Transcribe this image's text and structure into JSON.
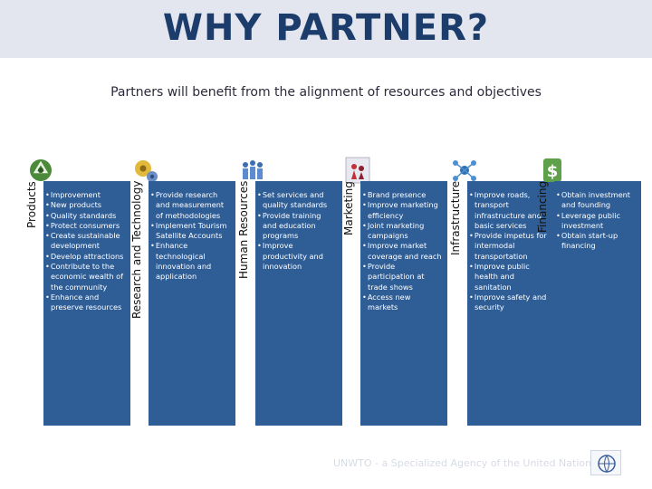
{
  "title": "WHY PARTNER?",
  "subtitle": "Partners will benefit from the alignment of resources and objectives",
  "footer": "UNWTO - a Specialized Agency of the United Nations",
  "colors": {
    "header_band": "#e3e6ee",
    "title": "#1c3d6b",
    "panel": "#2f5e97"
  },
  "columns": [
    {
      "label": "Products",
      "icon": "recycle-icon",
      "items": [
        "Improvement",
        "New products",
        "Quality standards",
        "Protect consumers",
        "Create sustainable development",
        "Develop attractions",
        "Contribute to the economic wealth of the community",
        "Enhance and preserve resources"
      ]
    },
    {
      "label": "Research and Technology",
      "icon": "gears-icon",
      "items": [
        "Provide research and measurement of methodologies",
        "Implement Tourism Satellite Accounts",
        "Enhance technological innovation and application"
      ]
    },
    {
      "label": "Human Resources",
      "icon": "people-group-icon",
      "items": [
        "Set services and quality standards",
        "Provide training and education programs",
        "Improve productivity and innovation"
      ]
    },
    {
      "label": "Marketing",
      "icon": "marketing-figures-icon",
      "items": [
        "Brand presence",
        "Improve marketing efficiency",
        "Joint marketing campaigns",
        "Improve market coverage and reach",
        "Provide participation at trade shows",
        "Access new markets"
      ]
    },
    {
      "label": "Infrastructure",
      "icon": "network-icon",
      "items": [
        "Improve roads, transport infrastructure and basic services",
        "Provide impetus for intermodal transportation",
        "Improve public health and sanitation",
        "Improve safety and security"
      ]
    },
    {
      "label": "Financing",
      "icon": "dollar-icon",
      "items": [
        "Obtain investment and founding",
        "Leverage public investment",
        "Obtain start-up financing"
      ]
    }
  ]
}
